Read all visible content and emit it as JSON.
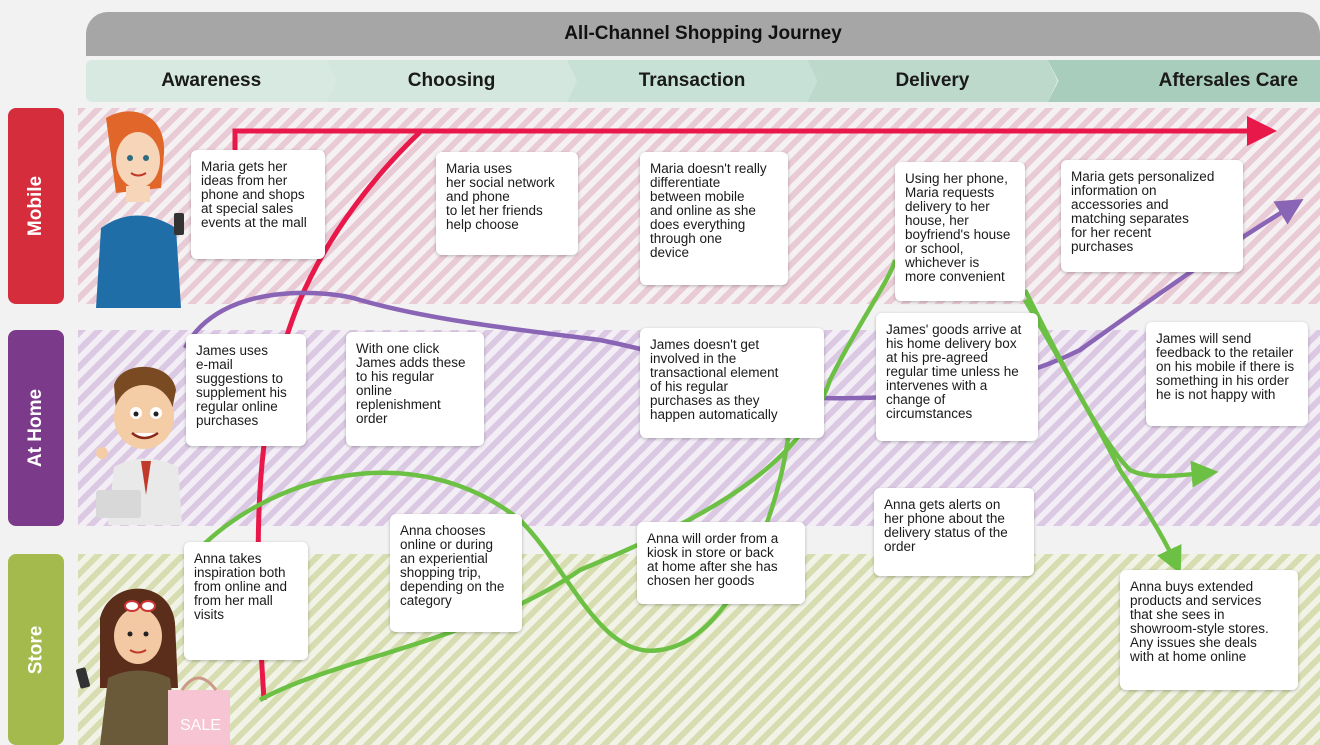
{
  "title": "All-Channel Shopping Journey",
  "stages": [
    "Awareness",
    "Choosing",
    "Transaction",
    "Delivery",
    "Aftersales Care"
  ],
  "stage_colors": [
    "#d7e9e0",
    "#d3e7de",
    "#c8e1d6",
    "#bcd9cc",
    "#a9cdbd"
  ],
  "lanes": [
    {
      "label": "Mobile",
      "color": "#d62d3c"
    },
    {
      "label": "At Home",
      "color": "#7b3a8a"
    },
    {
      "label": "Store",
      "color": "#a5ba4d"
    }
  ],
  "notes": {
    "mobile": [
      "Maria gets her\nideas from her\nphone and shops\nat special sales\nevents at the mall",
      "Maria uses\nher social network\nand phone\nto let her friends\nhelp choose",
      "Maria doesn't really\ndifferentiate\nbetween mobile\nand online as she\ndoes everything\nthrough one\ndevice",
      "Using her phone,\nMaria requests\ndelivery to her\nhouse, her\nboyfriend's house\nor school,\nwhichever is\nmore convenient",
      "Maria gets personalized\ninformation on\naccessories and\nmatching separates\nfor her recent\npurchases"
    ],
    "home": [
      "James uses\ne-mail\nsuggestions to\nsupplement his\nregular online\npurchases",
      "With one click\nJames adds these\nto his regular\nonline\nreplenishment\norder",
      "James doesn't get\ninvolved in the\ntransactional element\nof his regular\npurchases as they\nhappen automatically",
      "James' goods arrive at\nhis home delivery box\nat his pre-agreed\nregular time unless he\nintervenes with a\nchange of\ncircumstances",
      "James will send\nfeedback to the retailer\non his mobile if there is\nsomething in his order\nhe is not happy with"
    ],
    "store": [
      "Anna takes\ninspiration both\nfrom online and\nfrom her mall\nvisits",
      "Anna chooses\nonline or during\nan experiential\nshopping trip,\ndepending on the\ncategory",
      "Anna will order from a\nkiosk in store or back\nat home after she has\nchosen her goods",
      "Anna gets alerts on\nher phone about the\ndelivery status of the\norder",
      "Anna buys extended\nproducts and services\nthat she sees in\nshowroom-style stores.\nAny issues she deals\nwith at home online"
    ]
  },
  "sale_tag": "SALE",
  "path_colors": {
    "maria": "#e8194a",
    "james": "#8a64b5",
    "anna": "#6cc144"
  }
}
